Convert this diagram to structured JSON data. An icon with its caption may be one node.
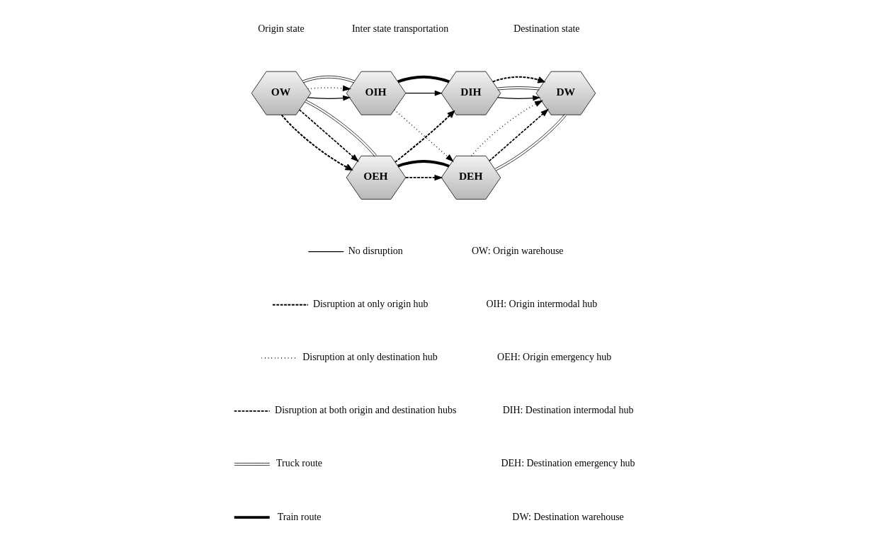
{
  "diagram": {
    "nodes": [
      {
        "text": [
          "OW"
        ]
      },
      {
        "text": [
          "OIH"
        ]
      },
      {
        "text": [
          "DIH"
        ]
      },
      {
        "text": [
          "DW"
        ]
      },
      {
        "text": [
          "OEH"
        ]
      },
      {
        "text": [
          "DEH"
        ]
      }
    ],
    "edges": [
      {
        "from": 0,
        "to": 1,
        "arrow": "to"
      },
      {
        "from": 0,
        "to": 1,
        "arrow": "to",
        "style": "dashed"
      },
      {
        "from": 0,
        "to": 1,
        "arrow": "none"
      },
      {
        "from": 1,
        "to": 2,
        "arrow": "to"
      },
      {
        "from": 1,
        "to": 2,
        "arrow": "none",
        "style": "thick"
      },
      {
        "from": 2,
        "to": 3,
        "arrow": "to"
      },
      {
        "from": 2,
        "to": 3,
        "arrow": "none"
      },
      {
        "from": 0,
        "to": 4,
        "arrow": "to",
        "style": "dashed"
      },
      {
        "from": 0,
        "to": 4,
        "arrow": "to",
        "style": "dashed"
      },
      {
        "from": 0,
        "to": 4,
        "arrow": "none"
      },
      {
        "from": 1,
        "to": 5,
        "arrow": "to",
        "style": "dashed"
      },
      {
        "from": 4,
        "to": 2,
        "arrow": "to",
        "style": "dashed"
      },
      {
        "from": 2,
        "to": 3,
        "arrow": "to",
        "style": "dashed"
      },
      {
        "from": 4,
        "to": 5,
        "arrow": "to",
        "style": "dashed"
      },
      {
        "from": 4,
        "to": 5,
        "arrow": "none",
        "style": "thick"
      },
      {
        "from": 5,
        "to": 3,
        "arrow": "to",
        "style": "dashed"
      },
      {
        "from": 5,
        "to": 3,
        "arrow": "to",
        "style": "dashed"
      },
      {
        "from": 5,
        "to": 3,
        "arrow": "none"
      }
    ],
    "labels": [
      "Origin state",
      "Inter state transportation",
      "Destination state",
      "OW: Origin warehouse",
      "OIH: Origin intermodal hub",
      "OEH: Origin emergency hub",
      "DIH: Destination intermodal hub",
      "DEH: Destination emergency hub",
      "DW: Destination warehouse"
    ],
    "legend": [
      {
        "text": "No disruption"
      },
      {
        "text": "Disruption at only origin hub"
      },
      {
        "text": "Disruption at only destination hub"
      },
      {
        "text": "Disruption at both origin and destination hubs"
      },
      {
        "text": "Truck route"
      },
      {
        "text": "Train route"
      }
    ]
  }
}
